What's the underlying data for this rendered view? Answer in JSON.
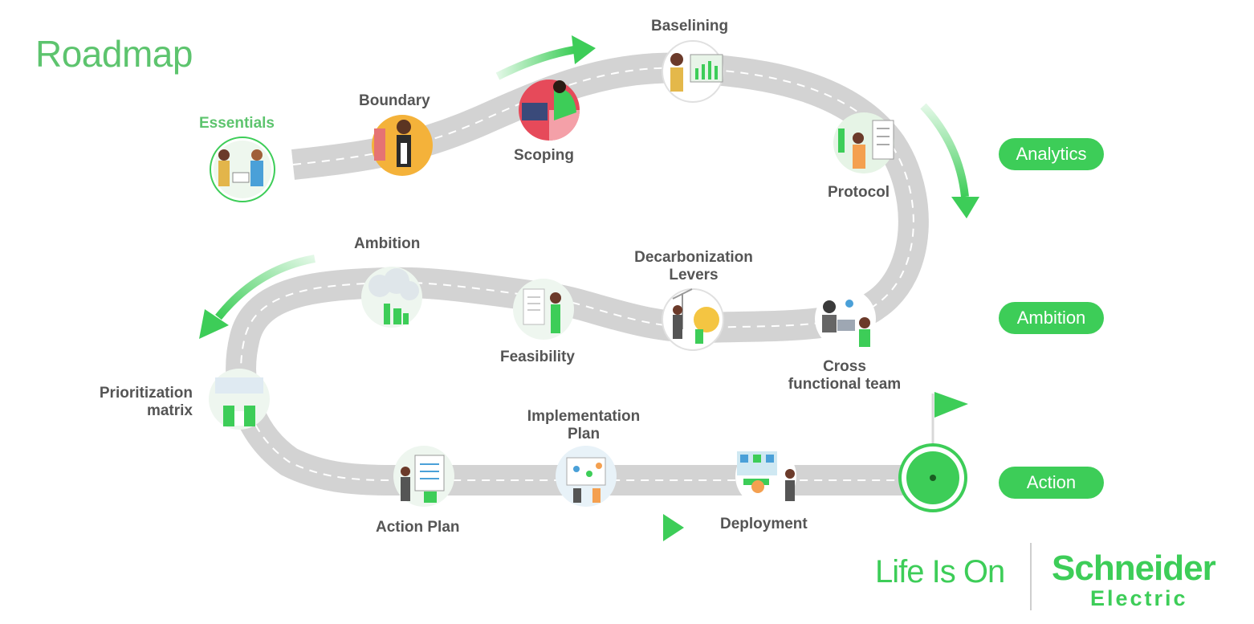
{
  "title": "Roadmap",
  "steps": {
    "essentials": "Essentials",
    "boundary": "Boundary",
    "scoping": "Scoping",
    "baselining": "Baselining",
    "protocol": "Protocol",
    "ambition": "Ambition",
    "decarbonization_levers": "Decarbonization Levers",
    "feasibility": "Feasibility",
    "cross_functional_team_1": "Cross",
    "cross_functional_team_2": "functional team",
    "prioritization_matrix_1": "Prioritization",
    "prioritization_matrix_2": "matrix",
    "implementation_plan_1": "Implementation",
    "implementation_plan_2": "Plan",
    "action_plan": "Action Plan",
    "deployment": "Deployment"
  },
  "phases": {
    "analytics": "Analytics",
    "ambition": "Ambition",
    "action": "Action"
  },
  "branding": {
    "tagline": "Life Is On",
    "company_line1": "Schneider",
    "company_line2": "Electric"
  },
  "colors": {
    "accent_green": "#3dcd58",
    "road_gray": "#cfcfcf",
    "label_gray": "#555555"
  }
}
